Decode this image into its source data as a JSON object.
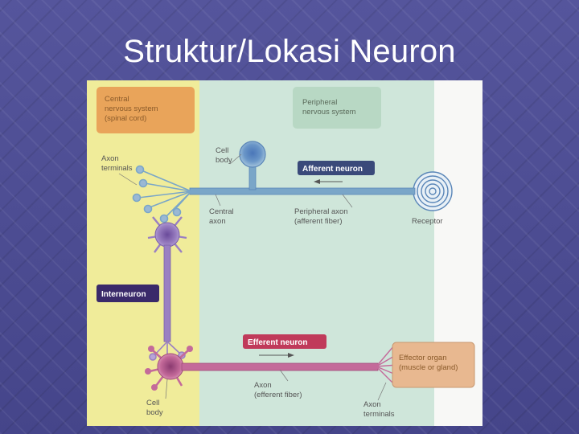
{
  "slide": {
    "title": "Struktur/Lokasi Neuron"
  },
  "figure": {
    "cns_box": [
      "Central",
      "nervous system",
      "(spinal cord)"
    ],
    "pns_box": [
      "Peripheral",
      "nervous system"
    ],
    "labels": {
      "axon_terminals_top": [
        "Axon",
        "terminals"
      ],
      "cell_body_top": [
        "Cell",
        "body"
      ],
      "central_axon": [
        "Central",
        "axon"
      ],
      "peripheral_axon": [
        "Peripheral axon",
        "(afferent fiber)"
      ],
      "receptor": "Receptor",
      "cell_body_bottom": [
        "Cell",
        "body"
      ],
      "efferent_axon": [
        "Axon",
        "(efferent fiber)"
      ],
      "axon_terminals_bottom": [
        "Axon",
        "terminals"
      ],
      "effector": [
        "Effector organ",
        "(muscle or gland)"
      ]
    },
    "tags": {
      "afferent": "Afferent neuron",
      "interneuron": "Interneuron",
      "efferent": "Efferent neuron"
    },
    "colors": {
      "cns_zone": "#f0ec9a",
      "pns_zone": "#cfe6da",
      "afferent": "#7aa6c8",
      "interneuron": "#9a80c2",
      "efferent": "#c46a9a",
      "label_box": "#e9a45a"
    }
  }
}
